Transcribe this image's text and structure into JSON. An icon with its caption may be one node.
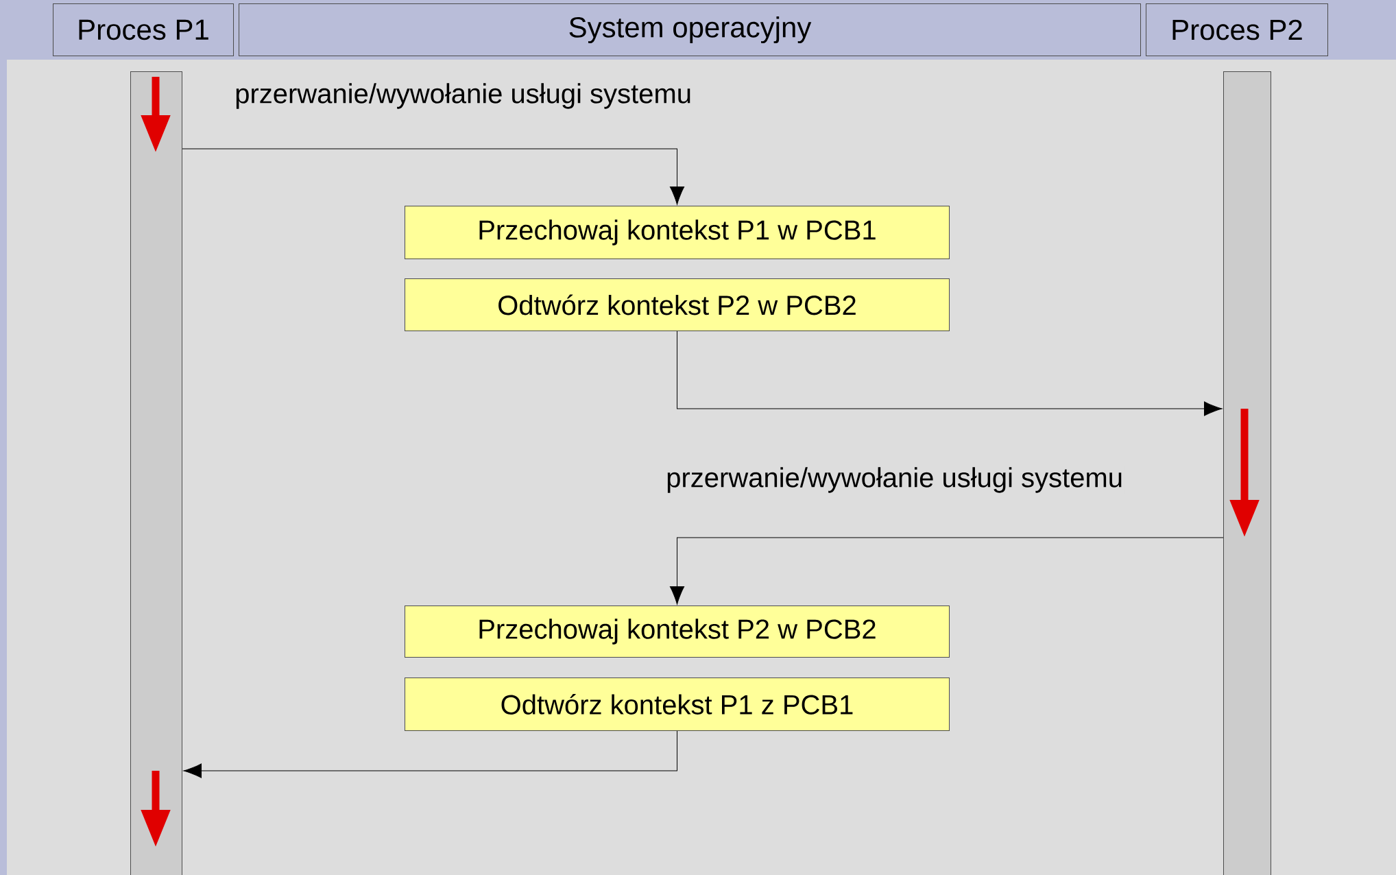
{
  "diagram": {
    "nodes": [
      {
        "text": [
          "Proces P1"
        ]
      },
      {
        "text": [
          "System operacyjny"
        ]
      },
      {
        "text": [
          "Proces P2"
        ]
      },
      {
        "text": [],
        "shape": "bar"
      },
      {
        "text": [],
        "shape": "bar"
      },
      {
        "text": [
          "Przechowaj kontekst P1 w PCB1"
        ]
      },
      {
        "text": [
          "Odtwórz kontekst P2 w PCB2"
        ]
      },
      {
        "text": [
          "Przechowaj kontekst P2 w PCB2"
        ]
      },
      {
        "text": [
          "Odtwórz kontekst P1 z PCB1"
        ]
      }
    ],
    "edges": [
      {
        "from": 3,
        "to": 5,
        "arrow": "to",
        "label": "przerwanie/wywołanie usługi systemu"
      },
      {
        "from": 6,
        "to": 4,
        "arrow": "to"
      },
      {
        "from": 4,
        "to": 7,
        "arrow": "to",
        "label": "przerwanie/wywołanie usługi systemu"
      },
      {
        "from": 8,
        "to": 3,
        "arrow": "to"
      }
    ]
  }
}
